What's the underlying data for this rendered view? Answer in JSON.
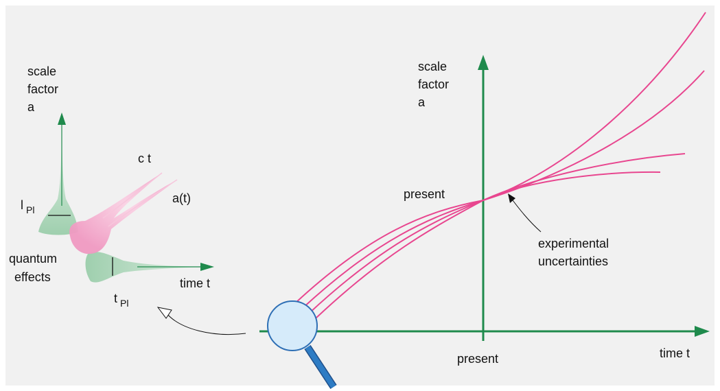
{
  "left_diagram": {
    "y_axis_label": [
      "scale",
      "factor",
      "a"
    ],
    "x_axis_label": "time t",
    "ct_label": "c t",
    "at_label": "a(t)",
    "planck_length": {
      "symbol": "l",
      "subscript": "Pl"
    },
    "planck_time": {
      "symbol": "t",
      "subscript": "Pl"
    },
    "quantum_label": [
      "quantum",
      "effects"
    ]
  },
  "right_diagram": {
    "y_axis_label": [
      "scale",
      "factor",
      "a"
    ],
    "x_axis_label": "time t",
    "present_y_label": "present",
    "present_x_label": "present",
    "uncertainty_label": [
      "experimental",
      "uncertainties"
    ]
  },
  "colors": {
    "background": "#f1f1f1",
    "axis": "#1f8a4c",
    "curves": "#e8468f",
    "lens_fill": "#d6ebfa",
    "lens_stroke": "#2e6fb5",
    "handle": "#2e7cc4",
    "quantum_green": "#9fcfae",
    "quantum_pink": "#f5a3c9"
  },
  "icons": [
    "magnifier-icon",
    "arrow-icon"
  ]
}
